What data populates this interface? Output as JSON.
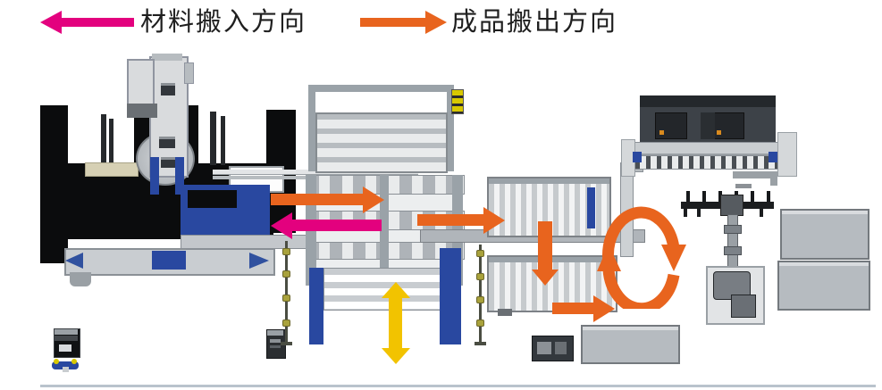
{
  "legend": {
    "items": [
      {
        "label": "材料搬入方向",
        "icon": "left-arrow-icon",
        "color": "#e3017e"
      },
      {
        "label": "成品搬出方向",
        "icon": "right-arrow-icon",
        "color": "#e8641e"
      }
    ]
  },
  "palette": {
    "material_in_magenta": "#e3017e",
    "product_out_orange": "#e8641e",
    "lift_yellow": "#f2c300",
    "machine_blue": "#2948a0",
    "machine_black": "#0b0c0d",
    "machine_gray": "#c6cacd",
    "frame_gray": "#9aa2a8"
  },
  "flow_arrows": [
    {
      "id": "legend-material-in",
      "direction": "left",
      "color": "#e3017e"
    },
    {
      "id": "legend-product-out",
      "direction": "right",
      "color": "#e8641e"
    },
    {
      "id": "feed-into-tower",
      "direction": "right",
      "color": "#e8641e"
    },
    {
      "id": "material-to-laser",
      "direction": "left",
      "color": "#e3017e"
    },
    {
      "id": "tower-to-sorting",
      "direction": "right",
      "color": "#e8641e"
    },
    {
      "id": "sorting-transfer-down",
      "direction": "down",
      "color": "#e8641e"
    },
    {
      "id": "sorting-to-turnover",
      "direction": "right",
      "color": "#e8641e"
    },
    {
      "id": "turnover-rotation",
      "direction": "rotate",
      "color": "#e8641e"
    },
    {
      "id": "tower-lift",
      "direction": "up-down",
      "color": "#f2c300"
    }
  ]
}
